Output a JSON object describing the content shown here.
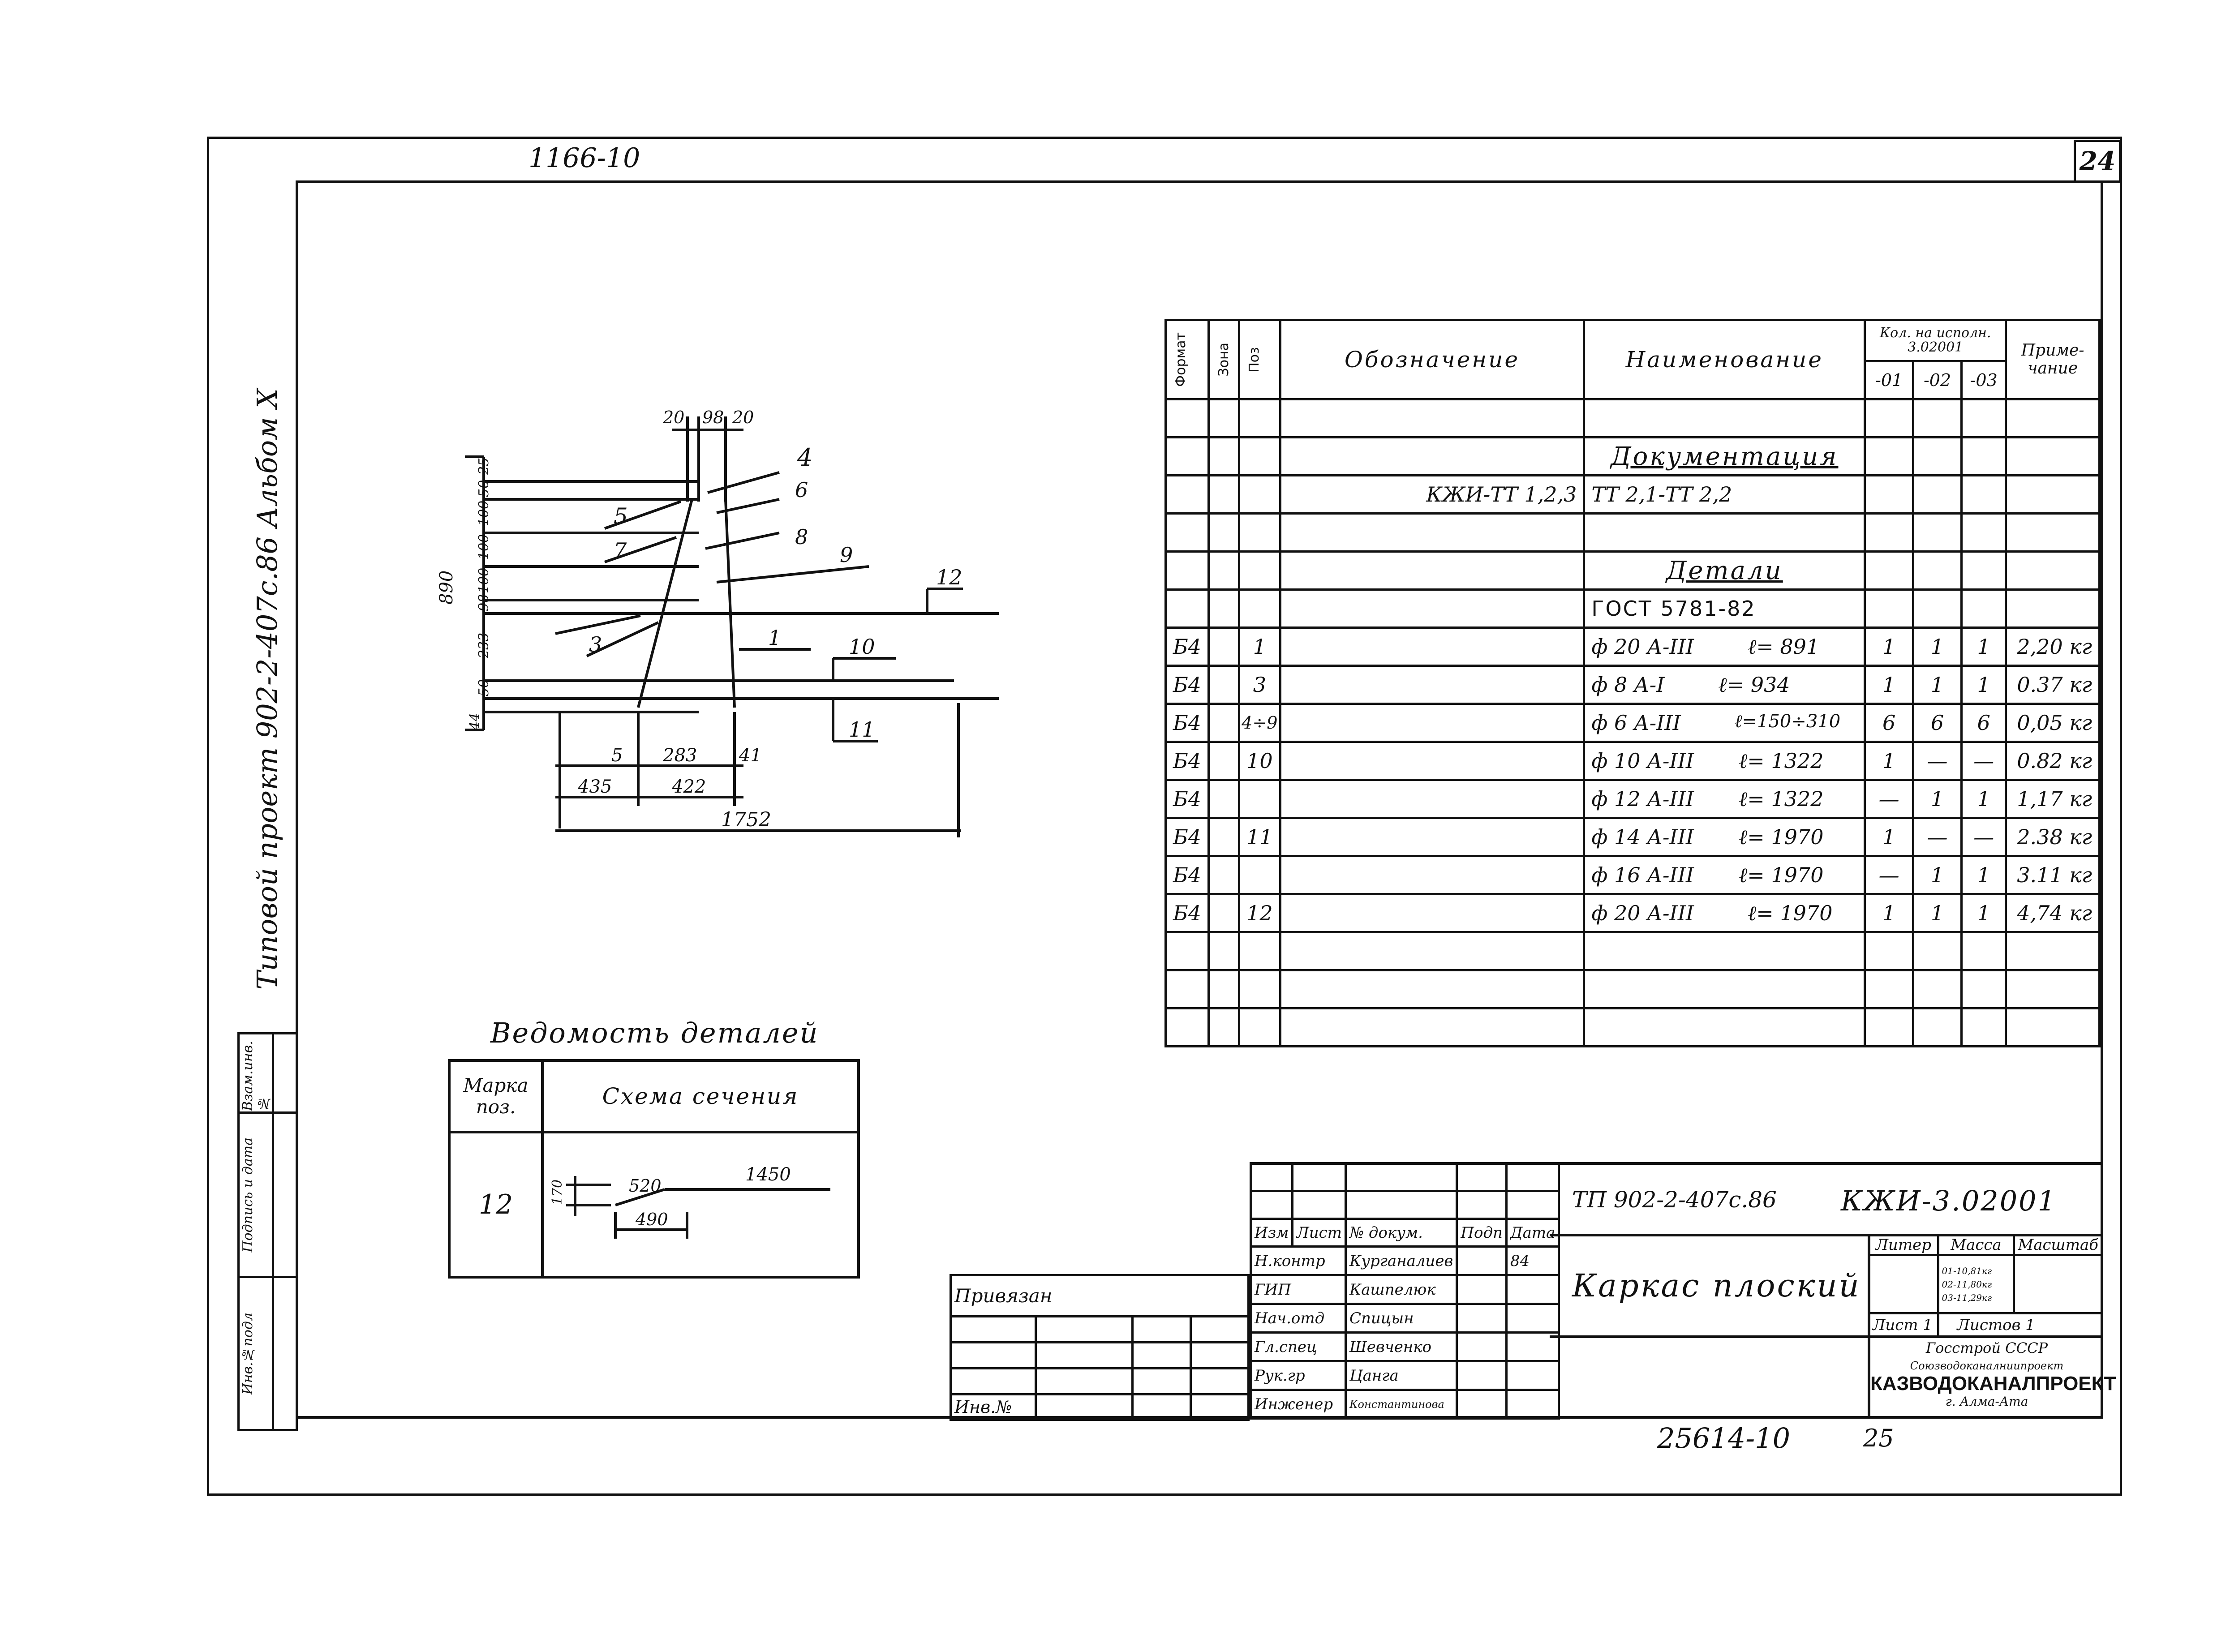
{
  "header": {
    "top_left_code": "1166-10",
    "sheet_number": "24"
  },
  "left_margin": {
    "vertical_title": "Типовой   проект    902-2-407с.86   Альбом  X",
    "stamp_labels": [
      "Инв.№подл",
      "Подпись и дата",
      "Взам.инв.№"
    ]
  },
  "spec_table": {
    "columns": {
      "format": "Формат",
      "zone": "Зона",
      "pos": "Поз",
      "designation": "Обозначение",
      "name": "Наименование",
      "qty_header": "Кол. на исполн. 3.02001",
      "qty_sub": [
        "-01",
        "-02",
        "-03"
      ],
      "note": "Приме- чание"
    },
    "section_docs": "Документация",
    "doc_row": {
      "designation": "КЖИ-ТТ 1,2,3",
      "name": "ТТ 2,1-ТТ 2,2"
    },
    "section_details": "Детали",
    "gost": "ГОСТ 5781-82",
    "rows": [
      {
        "format": "Б4",
        "pos": "1",
        "name": "ф 20 А-III",
        "length": "ℓ= 891",
        "q1": "1",
        "q2": "1",
        "q3": "1",
        "note": "2,20 кг"
      },
      {
        "format": "Б4",
        "pos": "3",
        "name": "ф 8 А-I",
        "length": "ℓ= 934",
        "q1": "1",
        "q2": "1",
        "q3": "1",
        "note": "0.37 кг"
      },
      {
        "format": "Б4",
        "pos": "4÷9",
        "name": "ф 6 А-III",
        "length": "ℓ=150÷310",
        "q1": "6",
        "q2": "6",
        "q3": "6",
        "note": "0,05 кг"
      },
      {
        "format": "Б4",
        "pos": "10",
        "name": "ф 10 А-III",
        "length": "ℓ= 1322",
        "q1": "1",
        "q2": "—",
        "q3": "—",
        "note": "0.82 кг"
      },
      {
        "format": "Б4",
        "pos": "",
        "name": "ф 12 А-III",
        "length": "ℓ= 1322",
        "q1": "—",
        "q2": "1",
        "q3": "1",
        "note": "1,17 кг"
      },
      {
        "format": "Б4",
        "pos": "11",
        "name": "ф 14 А-III",
        "length": "ℓ= 1970",
        "q1": "1",
        "q2": "—",
        "q3": "—",
        "note": "2.38 кг"
      },
      {
        "format": "Б4",
        "pos": "",
        "name": "ф 16 А-III",
        "length": "ℓ= 1970",
        "q1": "—",
        "q2": "1",
        "q3": "1",
        "note": "3.11 кг"
      },
      {
        "format": "Б4",
        "pos": "12",
        "name": "ф 20 А-III",
        "length": "ℓ= 1970",
        "q1": "1",
        "q2": "1",
        "q3": "1",
        "note": "4,74 кг"
      }
    ]
  },
  "drawing": {
    "dims_top": [
      "20",
      "98",
      "20"
    ],
    "dims_left": [
      "890",
      "25",
      "50",
      "100",
      "100",
      "100",
      "100",
      "98",
      "233",
      "50",
      "44"
    ],
    "dims_bottom": [
      "5",
      "283",
      "41",
      "435",
      "422",
      "1752"
    ],
    "leaders": [
      "4",
      "6",
      "5",
      "7",
      "8",
      "9",
      "12",
      "3",
      "1",
      "10",
      "11"
    ]
  },
  "details_table": {
    "title": "Ведомость деталей",
    "col_mark": "Марка поз.",
    "col_scheme": "Схема сечения",
    "row_mark": "12",
    "dims": [
      "170",
      "520",
      "1450",
      "490"
    ]
  },
  "title_block": {
    "code": "ТП 902-2-407с.86",
    "doc_code": "КЖИ-3.02001",
    "name": "Каркас плоский",
    "cols": [
      "Изм",
      "Лист",
      "№ докум.",
      "Подп",
      "Дата"
    ],
    "roles": [
      {
        "role": "Н.контр",
        "person": "Курганалиев",
        "date": "84"
      },
      {
        "role": "ГИП",
        "person": "Кашпелюк",
        "date": ""
      },
      {
        "role": "Нач.отд",
        "person": "Спицын",
        "date": ""
      },
      {
        "role": "Гл.спец",
        "person": "Шевченко",
        "date": ""
      },
      {
        "role": "Рук.гр",
        "person": "Цанга",
        "date": ""
      },
      {
        "role": "Инженер",
        "person": "Константинова",
        "date": ""
      }
    ],
    "litera_label": "Литер",
    "mass_label": "Масса",
    "scale_label": "Масштаб",
    "masses": [
      "01-10,81кг",
      "02-11,80кг",
      "03-11,29кг"
    ],
    "sheet_label": "Лист 1",
    "sheets_label": "Листов 1",
    "org_line1": "Госстрой СССР",
    "org_line2": "Союзводоканалниипроект",
    "org_line3": "КАЗВОДОКАНАЛПРОЕКТ",
    "org_line4": "г. Алма-Ата",
    "bound_label": "Привязан",
    "inv_label": "Инв.№"
  },
  "footer": {
    "archive_no": "25614-10",
    "page": "25"
  }
}
